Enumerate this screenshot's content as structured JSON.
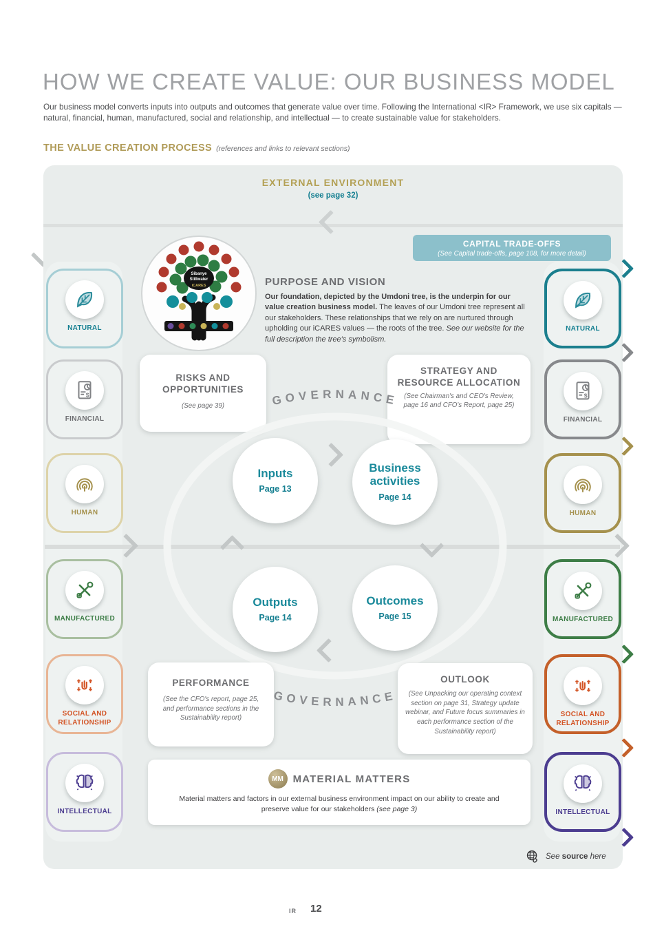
{
  "page": {
    "title": "HOW WE CREATE VALUE: OUR BUSINESS MODEL",
    "intro": "Our business model converts inputs into outputs and outcomes that generate value over time. Following the International <IR> Framework, we use six capitals — natural, financial, human, manufactured, social and relationship, and intellectual — to create sustainable value for stakeholders.",
    "section_heading": "THE VALUE CREATION PROCESS",
    "section_note": "(references and links to relevant sections)",
    "footer_label": "IR",
    "footer_page": "12"
  },
  "diagram": {
    "external_environment_title": "EXTERNAL ENVIRONMENT",
    "external_environment_ref": "(see page 32)",
    "capital_tradeoffs_title": "CAPITAL TRADE-OFFS",
    "capital_tradeoffs_ref": "(See Capital trade-offs, page 108, for more detail)",
    "purpose_heading": "PURPOSE AND VISION",
    "purpose_bold": "Our foundation, depicted by the Umdoni tree, is the underpin for our value creation business model.",
    "purpose_text": " The leaves of our Umdoni tree represent all our stakeholders. These relationships that we rely on are nurtured through upholding our iCARES values —  the roots of the tree. ",
    "purpose_italic": "See our website for the full description the tree's symbolism.",
    "tree": {
      "logo_line1": "Sibanye",
      "logo_line2": "Stillwater",
      "values": "iCARES"
    },
    "governance_label": "GOVERNANCE",
    "risks_title": "RISKS AND OPPORTUNITIES",
    "risks_ref": "(See page 39)",
    "strategy_title": "STRATEGY AND RESOURCE ALLOCATION",
    "strategy_ref": "(See Chairman's and CEO's Review, page 16 and CFO's Report, page 25)",
    "performance_title": "PERFORMANCE",
    "performance_ref": "(See the CFO's report, page 25, and performance sections in the Sustainability report)",
    "outlook_title": "OUTLOOK",
    "outlook_ref": "(See Unpacking our operating context section on page 31, Strategy update webinar, and Future focus summaries in each performance section of the Sustainability report)",
    "cycle": [
      {
        "label": "Inputs",
        "page": "Page 13"
      },
      {
        "label": "Business activities",
        "page": "Page 14"
      },
      {
        "label": "Outputs",
        "page": "Page 14"
      },
      {
        "label": "Outcomes",
        "page": "Page 15"
      }
    ],
    "material_badge": "MM",
    "material_title": "MATERIAL MATTERS",
    "material_text": "Material matters and factors in our external business environment impact on our ability to create and preserve value for our stakeholders ",
    "material_ref": "(see page 3)",
    "source_pre": "See ",
    "source_bold": "source",
    "source_post": " here",
    "capitals": [
      {
        "label": "NATURAL",
        "color": "#1b7f8e"
      },
      {
        "label": "FINANCIAL",
        "color": "#87898c"
      },
      {
        "label": "HUMAN",
        "color": "#a5914d"
      },
      {
        "label": "MANUFACTURED",
        "color": "#3d7d46"
      },
      {
        "label": "SOCIAL AND RELATIONSHIP",
        "color": "#c4602a"
      },
      {
        "label": "INTELLECTUAL",
        "color": "#4c3d90"
      }
    ]
  }
}
